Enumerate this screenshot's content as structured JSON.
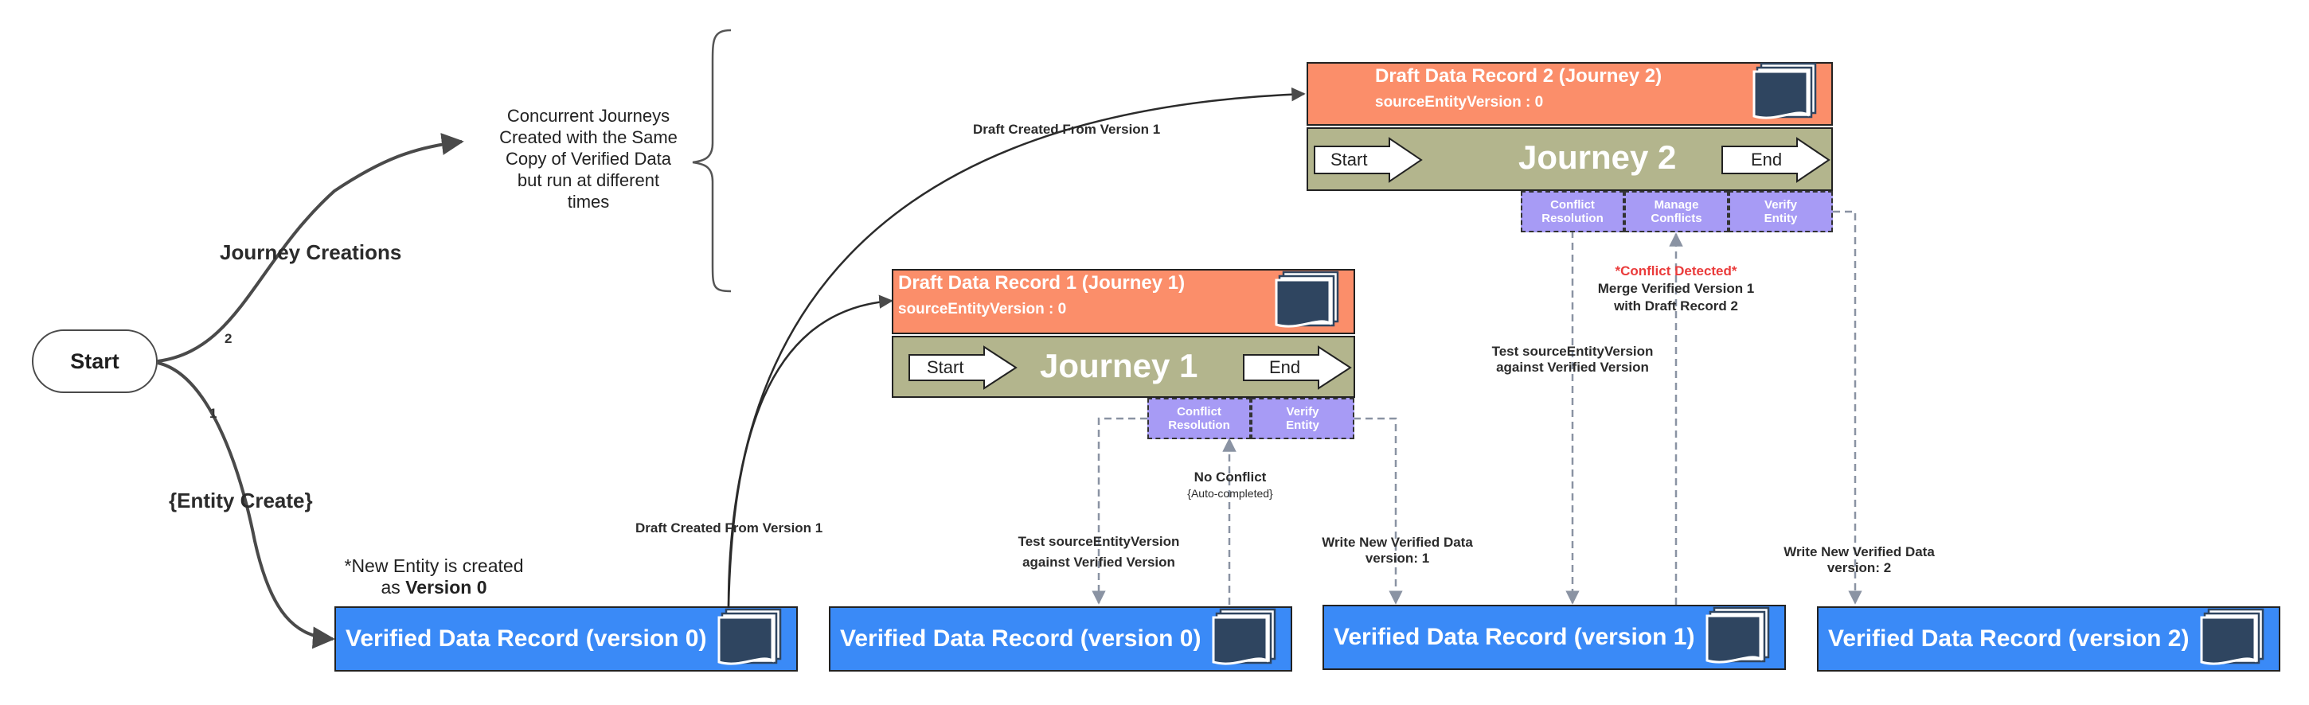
{
  "start": {
    "label": "Start"
  },
  "branches": {
    "journey_creations": "Journey Creations",
    "entity_create": "{Entity Create}",
    "num_2": "2",
    "num_1": "1"
  },
  "concurrent_note": [
    "Concurrent Journeys",
    "Created with the Same",
    "Copy of Verified Data",
    "but run at different",
    "times"
  ],
  "new_entity_note": {
    "line1": "*New Entity is created",
    "line2_prefix": "as ",
    "line2_bold": "Version 0"
  },
  "edge_labels": {
    "draft_from_v1": "Draft Created From Version 1",
    "draft_from_v1_lower": "Draft Created From Version 1",
    "test_source_1": [
      "Test sourceEntityVersion",
      "against Verified Version"
    ],
    "no_conflict": "No Conflict",
    "auto_completed": "{Auto-completed}",
    "write_v1": [
      "Write New Verified Data",
      "version: 1"
    ],
    "test_source_2": [
      "Test sourceEntityVersion",
      "against Verified Version"
    ],
    "conflict_detected": "*Conflict Detected*",
    "merge": [
      "Merge Verified Version 1",
      "with Draft Record 2"
    ],
    "write_v2": [
      "Write New Verified Data",
      "version: 2"
    ]
  },
  "verified_records": [
    "Verified Data Record (version 0)",
    "Verified Data Record (version 0)",
    "Verified Data Record (version 1)",
    "Verified Data Record (version 2)"
  ],
  "draft1": {
    "title": "Draft Data Record 1 (Journey 1)",
    "sub": "sourceEntityVersion : 0"
  },
  "draft2": {
    "title": "Draft Data Record 2 (Journey 2)",
    "sub": "sourceEntityVersion : 0"
  },
  "journey1": {
    "title": "Journey 1",
    "start": "Start",
    "end": "End",
    "tasks": [
      [
        "Conflict",
        "Resolution"
      ],
      [
        "Verify",
        "Entity"
      ]
    ]
  },
  "journey2": {
    "title": "Journey 2",
    "start": "Start",
    "end": "End",
    "tasks": [
      [
        "Conflict",
        "Resolution"
      ],
      [
        "Manage",
        "Conflicts"
      ],
      [
        "Verify",
        "Entity"
      ]
    ]
  },
  "colors": {
    "verified": "#3a8af7",
    "draft": "#fb8e6a",
    "journey": "#b3b58d",
    "task": "#a79bf5",
    "conflict": "#ea3b3b",
    "icon": "#2f4560"
  },
  "icons": [
    "document-stack-icon"
  ]
}
